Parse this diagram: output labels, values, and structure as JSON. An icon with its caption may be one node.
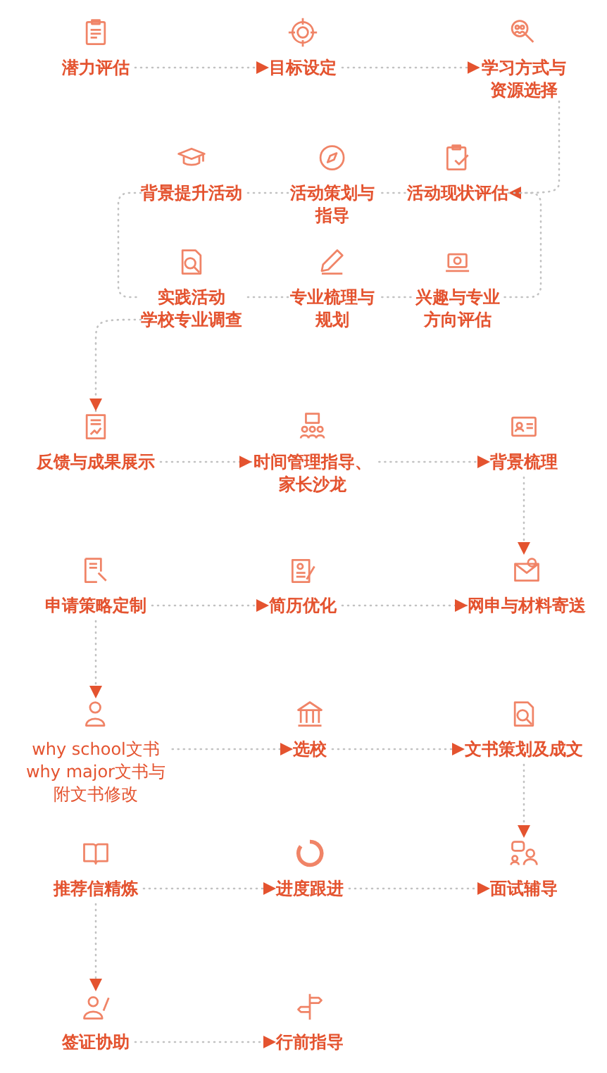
{
  "diagram": {
    "nodes": [
      {
        "text": [
          "潜力评估"
        ]
      },
      {
        "text": [
          "目标设定"
        ]
      },
      {
        "text": [
          "学习方式与资源选择"
        ]
      },
      {
        "text": [
          "背景提升活动"
        ]
      },
      {
        "text": [
          "活动策划与指导"
        ]
      },
      {
        "text": [
          "活动现状评估"
        ]
      },
      {
        "text": [
          "实践活动",
          "学校专业调查"
        ]
      },
      {
        "text": [
          "专业梳理与规划"
        ]
      },
      {
        "text": [
          "兴趣与专业方向评估"
        ]
      },
      {
        "text": [
          "反馈与成果展示"
        ]
      },
      {
        "text": [
          "时间管理指导、家长沙龙"
        ]
      },
      {
        "text": [
          "背景梳理"
        ]
      },
      {
        "text": [
          "申请策略定制"
        ]
      },
      {
        "text": [
          "简历优化"
        ]
      },
      {
        "text": [
          "网申与材料寄送"
        ]
      },
      {
        "text": [
          "why school文书 why major文书与附文书修改"
        ]
      },
      {
        "text": [
          "选校"
        ]
      },
      {
        "text": [
          "文书策划及成文"
        ]
      },
      {
        "text": [
          "推荐信精炼"
        ]
      },
      {
        "text": [
          "进度跟进"
        ]
      },
      {
        "text": [
          "面试辅导"
        ]
      },
      {
        "text": [
          "签证协助"
        ]
      },
      {
        "text": [
          "行前指导"
        ]
      }
    ],
    "edges": [
      {
        "from": 0,
        "to": 1,
        "arrow": "to"
      },
      {
        "from": 1,
        "to": 2,
        "arrow": "to"
      },
      {
        "from": 2,
        "to": 5,
        "arrow": "to"
      },
      {
        "from": 3,
        "to": 4,
        "arrow": "none"
      },
      {
        "from": 4,
        "to": 5,
        "arrow": "none"
      },
      {
        "from": 3,
        "to": 6,
        "arrow": "none"
      },
      {
        "from": 5,
        "to": 8,
        "arrow": "none"
      },
      {
        "from": 6,
        "to": 7,
        "arrow": "none"
      },
      {
        "from": 7,
        "to": 8,
        "arrow": "none"
      },
      {
        "from": 6,
        "to": 9,
        "arrow": "to"
      },
      {
        "from": 9,
        "to": 10,
        "arrow": "to"
      },
      {
        "from": 10,
        "to": 11,
        "arrow": "to"
      },
      {
        "from": 11,
        "to": 14,
        "arrow": "to"
      },
      {
        "from": 12,
        "to": 13,
        "arrow": "to"
      },
      {
        "from": 13,
        "to": 14,
        "arrow": "to"
      },
      {
        "from": 12,
        "to": 15,
        "arrow": "to"
      },
      {
        "from": 15,
        "to": 16,
        "arrow": "to"
      },
      {
        "from": 16,
        "to": 17,
        "arrow": "to"
      },
      {
        "from": 17,
        "to": 20,
        "arrow": "to"
      },
      {
        "from": 18,
        "to": 19,
        "arrow": "to"
      },
      {
        "from": 19,
        "to": 20,
        "arrow": "to"
      },
      {
        "from": 18,
        "to": 21,
        "arrow": "to"
      },
      {
        "from": 21,
        "to": 22,
        "arrow": "to"
      }
    ]
  }
}
